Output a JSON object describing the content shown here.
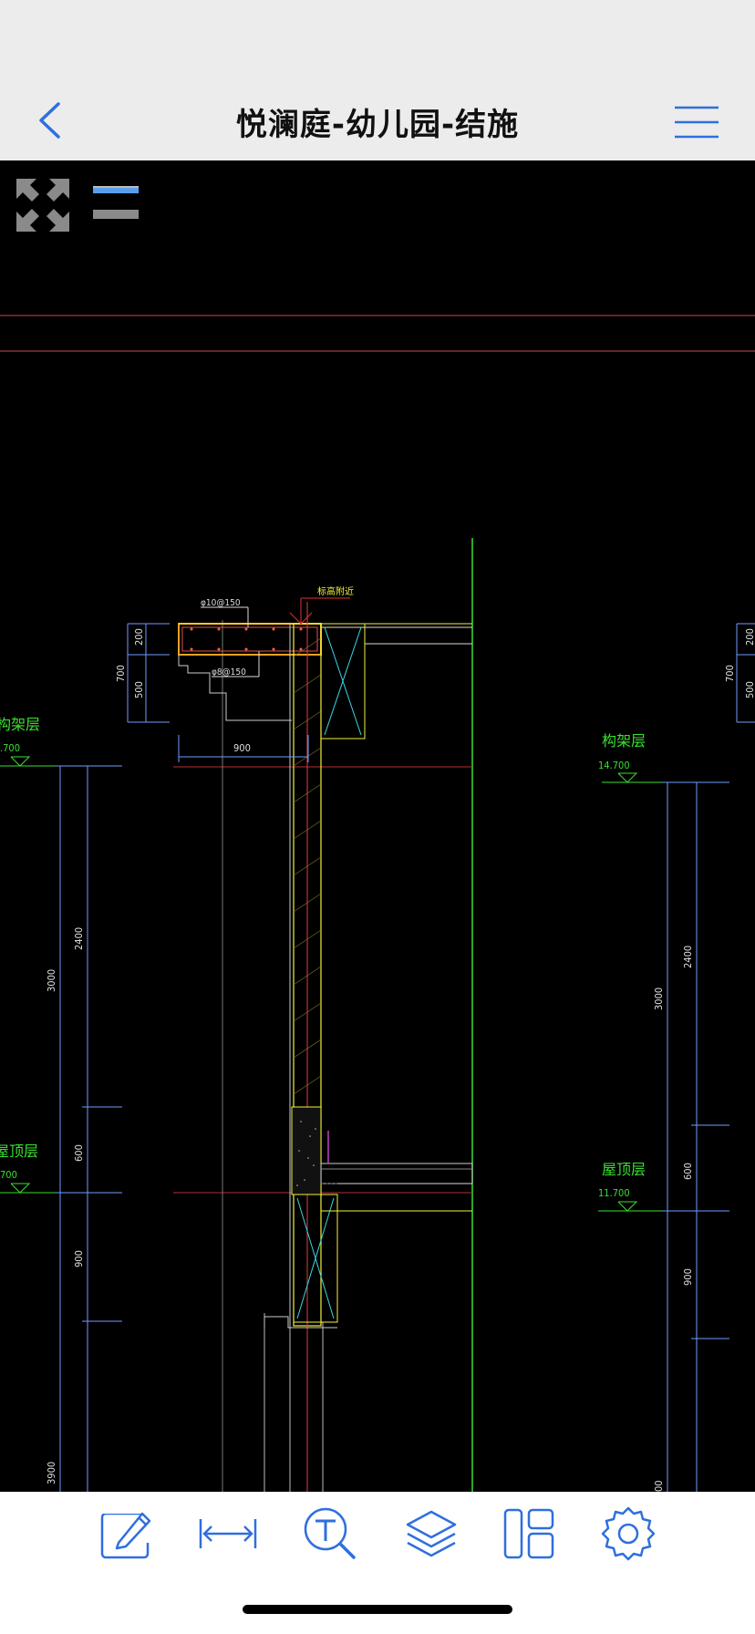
{
  "header": {
    "title": "悦澜庭-幼儿园-结施"
  },
  "drawing": {
    "notes": {
      "top_rebar": "φ10@150",
      "bottom_rebar": "φ8@150",
      "elevation_note": "标高附近"
    },
    "left_dims": {
      "d200": "200",
      "d500": "500",
      "d700": "700",
      "d900": "900",
      "d2400": "2400",
      "d3000": "3000",
      "d600": "600",
      "d900b": "900",
      "d3900": "3900"
    },
    "left_levels": {
      "frame_label": "构架层",
      "frame_elev": ".700",
      "roof_label": "屋顶层",
      "roof_elev": "700"
    },
    "right_dims": {
      "d200": "200",
      "d500": "500",
      "d700": "700",
      "d2400": "2400",
      "d3000": "3000",
      "d600": "600",
      "d900": "900",
      "d00": "00"
    },
    "right_levels": {
      "frame_label": "构架层",
      "frame_elev": "14.700",
      "roof_label": "屋顶层",
      "roof_elev": "11.700"
    }
  },
  "toolbar": {
    "items": [
      "annotate",
      "measure",
      "text-search",
      "layers",
      "layout",
      "settings"
    ]
  },
  "colors": {
    "accent": "#2f6fde",
    "cad_blue": "#6f9bff",
    "cad_green": "#39e02f",
    "cad_yellow": "#f2f23a",
    "cad_red": "#e23b3b",
    "cad_cyan": "#3ad8e8"
  }
}
